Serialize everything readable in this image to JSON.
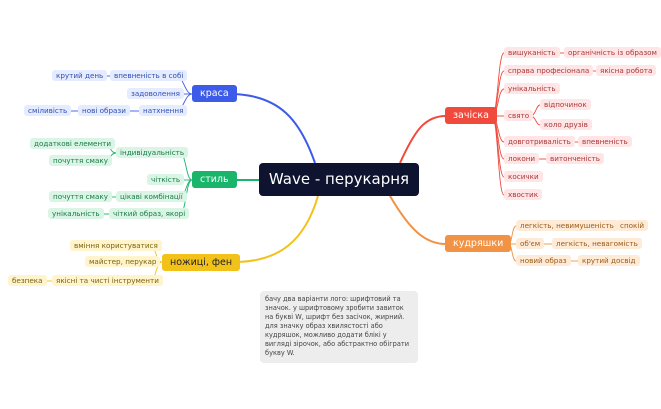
{
  "center": {
    "title": "Wave - перукарня"
  },
  "colors": {
    "blue": "#3b5be8",
    "green": "#18b56a",
    "red": "#f04a3d",
    "orange": "#f29244",
    "yellow": "#f2c21a",
    "center": "#0e1330"
  },
  "branches": {
    "krasa": {
      "label": "краса",
      "items": [
        "впевненість в собі",
        "крутий день",
        "задоволення",
        "натхнення",
        "нові образи",
        "сміливість"
      ]
    },
    "styl": {
      "label": "стиль",
      "items": [
        "індивідуальність",
        "додаткові елементи",
        "почуття смаку",
        "чіткість",
        "цікаві комбінації",
        "почуття смаку",
        "чіткий образ, якорі",
        "унікальність"
      ]
    },
    "nozhytsi": {
      "label": "ножиці, фен",
      "items": [
        "вміння користуватися",
        "майстер, перукар",
        "якісні та чисті інструменти",
        "безпека"
      ]
    },
    "zachiska": {
      "label": "зачіска",
      "items": [
        "вишуканість",
        "органічність із образом",
        "справа професіонала",
        "якісна робота",
        "унікальність",
        "свято",
        "відпочинок",
        "коло друзів",
        "довготривалість",
        "впевненість",
        "локони",
        "витонченість",
        "косички",
        "хвостик"
      ]
    },
    "kudriashky": {
      "label": "кудряшки",
      "items": [
        "легкість, невимушеність",
        "спокій",
        "об'єм",
        "легкість, невагомість",
        "новий образ",
        "крутий досвід"
      ]
    }
  },
  "note": "бачу два варіанти лого: шрифтовий та значок. у шрифтовому зробити завиток на букві W, шрифт без засічок, жирний. для значку образ хвилястості або кудряшок, можливо додати блікі у вигляді зірочок, або абстрактно обіграти букву W."
}
